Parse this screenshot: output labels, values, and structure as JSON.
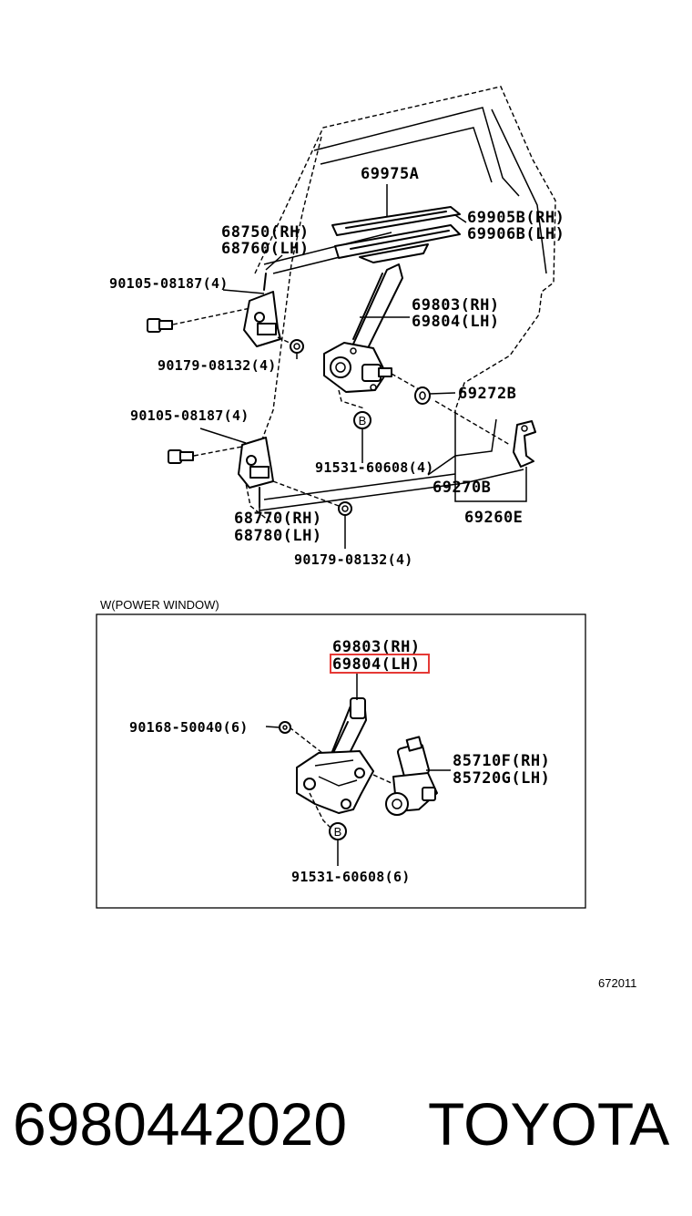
{
  "upper_labels": {
    "p69975A": "69975A",
    "p68750": "68750(RH)",
    "p68760": "68760(LH)",
    "p69905B": "69905B(RH)",
    "p69906B": "69906B(LH)",
    "p90105_a": "90105-08187(4)",
    "p69803": "69803(RH)",
    "p69804": "69804(LH)",
    "p90179_a": "90179-08132(4)",
    "p69272B": "69272B",
    "p90105_b": "90105-08187(4)",
    "p91531": "91531-60608(4)",
    "p69270B": "69270B",
    "p68770": "68770(RH)",
    "p68780": "68780(LH)",
    "p69260E": "69260E",
    "p90179_b": "90179-08132(4)",
    "circle_b": "B"
  },
  "inset": {
    "caption": "W(POWER WINDOW)",
    "p69803": "69803(RH)",
    "p69804_highlight": "69804(LH)",
    "p90168": "90168-50040(6)",
    "p85710F": "85710F(RH)",
    "p85720G": "85720G(LH)",
    "p91531": "91531-60608(6)",
    "circle_b": "B",
    "highlight_color": "#e53935"
  },
  "figure_number": "672011",
  "footer": {
    "part_number": "6980442020",
    "brand": "TOYOTA"
  }
}
